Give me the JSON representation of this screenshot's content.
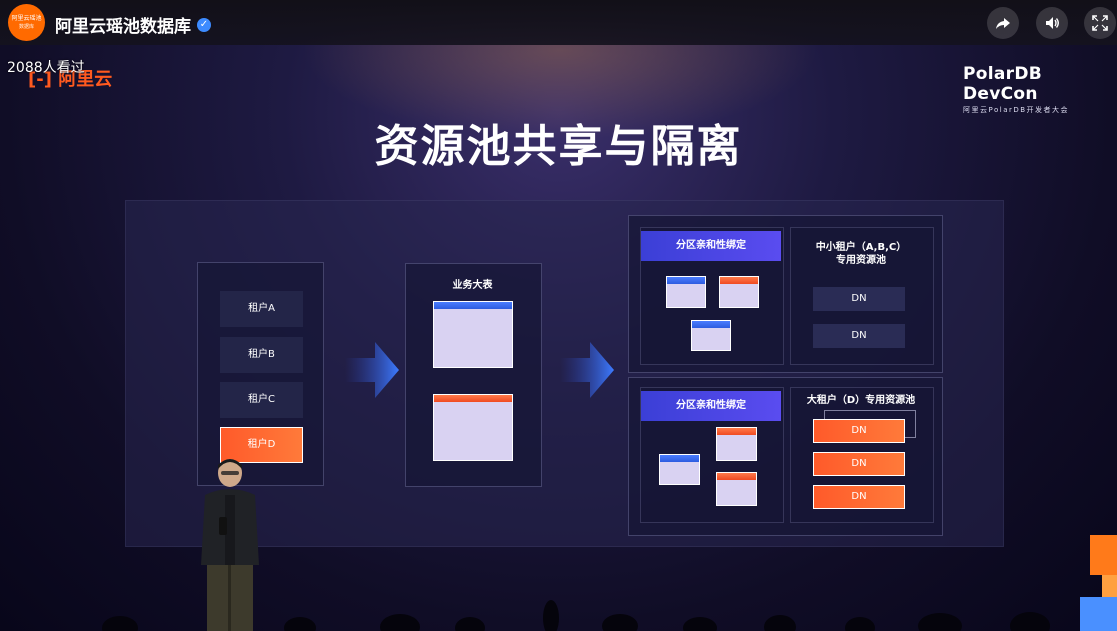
{
  "header": {
    "channel_name": "阿里云瑶池数据库",
    "avatar_line1": "阿里云瑶池",
    "avatar_line2": "数据库",
    "viewers": "2088人看过",
    "buttons": [
      "share-icon",
      "volume-icon",
      "fullscreen-icon"
    ]
  },
  "slide": {
    "logo": "阿里云",
    "event_name": "PolarDB DevCon",
    "event_sub": "阿里云PolarDB开发者大会",
    "title": "资源池共享与隔离",
    "tenants": [
      "租户A",
      "租户B",
      "租户C",
      "租户D"
    ],
    "big_table_label": "业务大表",
    "top_group": {
      "partition_label": "分区亲和性绑定",
      "pool_label_1": "中小租户（A,B,C）",
      "pool_label_2": "专用资源池",
      "dn": [
        "DN",
        "DN"
      ]
    },
    "bottom_group": {
      "partition_label": "分区亲和性绑定",
      "pool_label": "大租户（D）专用资源池",
      "dn": [
        "DN",
        "DN",
        "DN"
      ]
    }
  },
  "colors": {
    "accent_orange": "#ff5a2a",
    "accent_blue": "#3b5ce6",
    "brand_orange": "#ff6a00"
  }
}
